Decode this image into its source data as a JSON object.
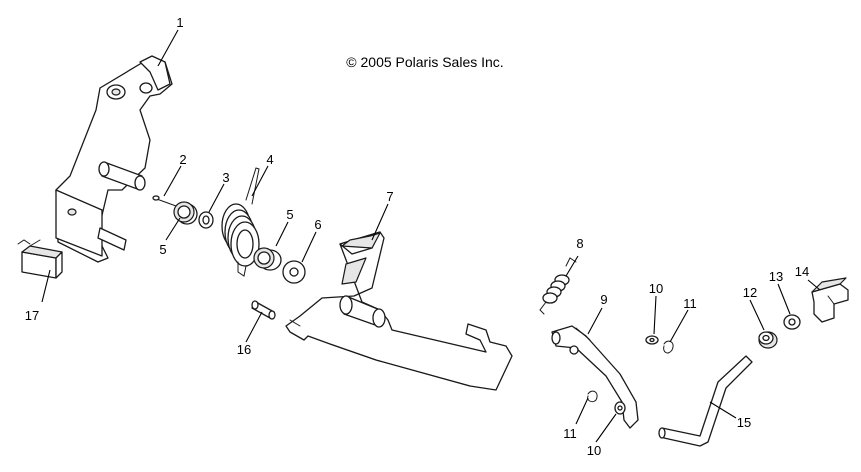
{
  "copyright": "© 2005 Polaris Sales Inc.",
  "callouts": [
    {
      "id": "c1",
      "label": "1"
    },
    {
      "id": "c2",
      "label": "2"
    },
    {
      "id": "c3",
      "label": "3"
    },
    {
      "id": "c4",
      "label": "4"
    },
    {
      "id": "c5a",
      "label": "5"
    },
    {
      "id": "c5b",
      "label": "5"
    },
    {
      "id": "c6",
      "label": "6"
    },
    {
      "id": "c7",
      "label": "7"
    },
    {
      "id": "c8",
      "label": "8"
    },
    {
      "id": "c9",
      "label": "9"
    },
    {
      "id": "c10a",
      "label": "10"
    },
    {
      "id": "c10b",
      "label": "10"
    },
    {
      "id": "c11a",
      "label": "11"
    },
    {
      "id": "c11b",
      "label": "11"
    },
    {
      "id": "c12",
      "label": "12"
    },
    {
      "id": "c13",
      "label": "13"
    },
    {
      "id": "c14",
      "label": "14"
    },
    {
      "id": "c15",
      "label": "15"
    },
    {
      "id": "c16",
      "label": "16"
    },
    {
      "id": "c17",
      "label": "17"
    }
  ]
}
